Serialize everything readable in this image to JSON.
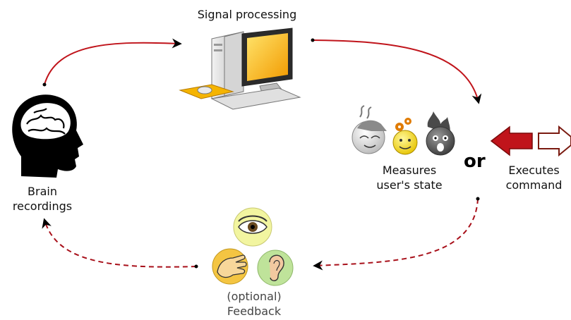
{
  "labels": {
    "signal_processing": "Signal processing",
    "brain_recordings_line1": "Brain",
    "brain_recordings_line2": "recordings",
    "measures_line1": "Measures",
    "measures_line2": "user's state",
    "or": "or",
    "executes_line1": "Executes",
    "executes_line2": "command",
    "feedback_line1": "(optional)",
    "feedback_line2": "Feedback"
  },
  "colors": {
    "solid_arrow": "#c0141b",
    "dashed_arrow": "#a8101a",
    "arrow_head": "#000000",
    "left_arrow_fill": "#c0141b",
    "right_arrow_stroke": "#7a1a10",
    "feedback_eye_bg": "#f2f5a0",
    "feedback_hand_bg": "#f4c542",
    "feedback_ear_bg": "#bfe39a",
    "monitor_screen": "#f6b400"
  },
  "icons": {
    "brain": "brain-head-icon",
    "computer": "computer-icon",
    "sleepy_face": "sleepy-face-icon",
    "thinking_face": "thinking-face-icon",
    "shocked_face": "shocked-face-icon",
    "left_arrow": "left-arrow-icon",
    "right_arrow": "right-arrow-icon",
    "eye": "eye-icon",
    "hand": "hand-icon",
    "ear": "ear-icon"
  }
}
